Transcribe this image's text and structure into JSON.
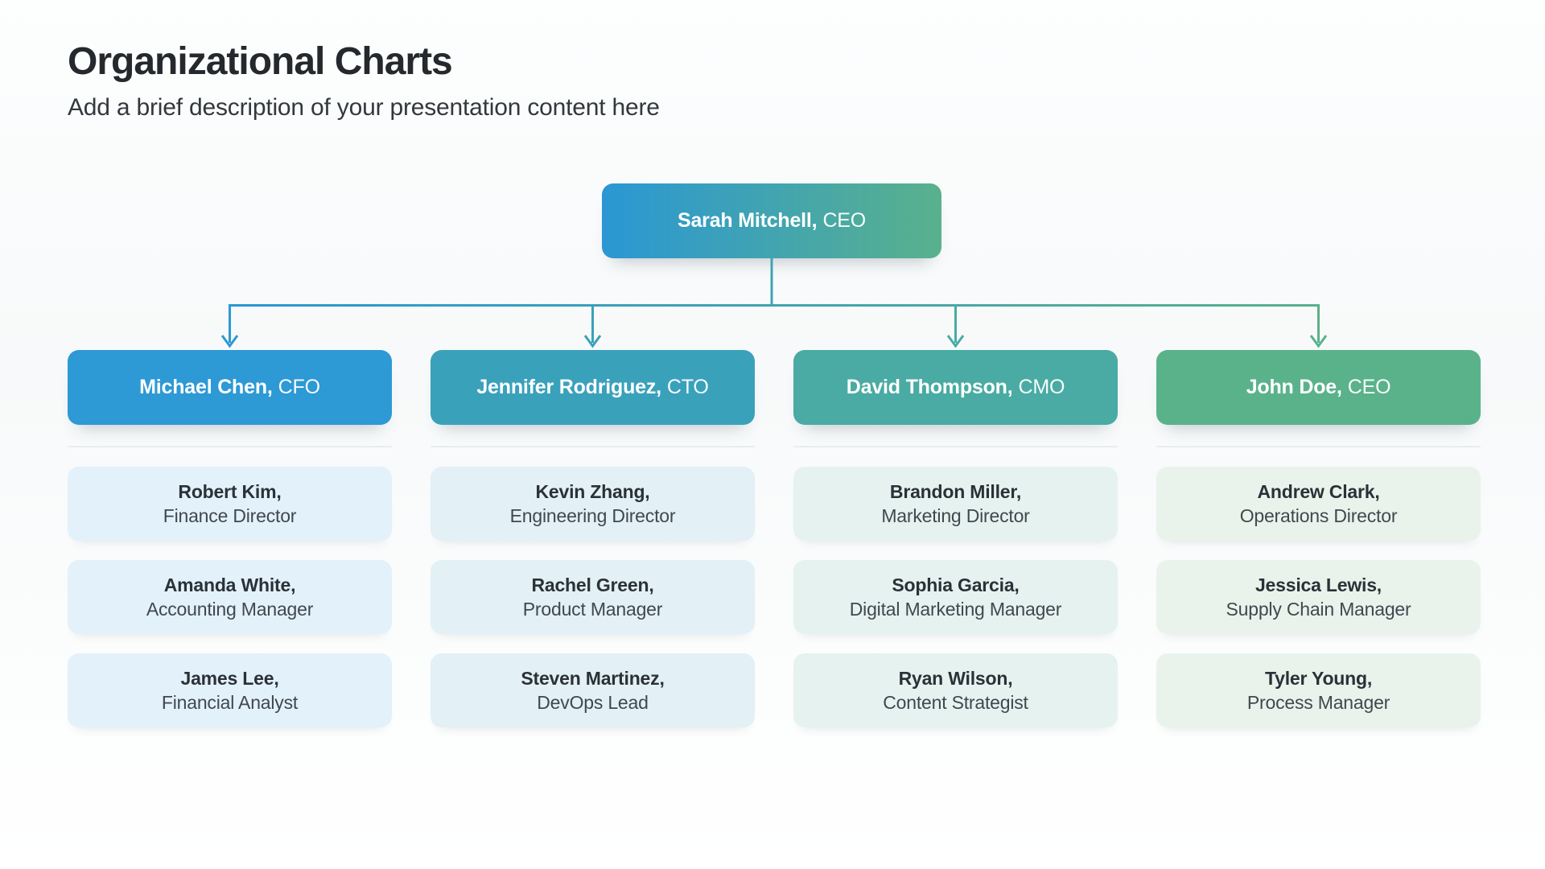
{
  "slide": {
    "title": "Organizational Charts",
    "subtitle": "Add a brief description of your presentation content here"
  },
  "org_chart": {
    "root": {
      "name": "Sarah Mitchell,",
      "role": "CEO",
      "gradient_start": "#2A97D4",
      "gradient_end": "#59B18C"
    },
    "connector_mid_color": "#41A4B0",
    "branches": [
      {
        "head": {
          "name": "Michael Chen,",
          "role": "CFO"
        },
        "head_color": "#2D99D5",
        "member_bg": "#E3F1FA",
        "members": [
          {
            "name": "Robert Kim,",
            "role": "Finance Director"
          },
          {
            "name": "Amanda White,",
            "role": "Accounting Manager"
          },
          {
            "name": "James Lee,",
            "role": "Financial Analyst"
          }
        ]
      },
      {
        "head": {
          "name": "Jennifer Rodriguez,",
          "role": "CTO"
        },
        "head_color": "#3AA1BB",
        "member_bg": "#E3F0F6",
        "members": [
          {
            "name": "Kevin Zhang,",
            "role": "Engineering Director"
          },
          {
            "name": "Rachel Green,",
            "role": "Product Manager"
          },
          {
            "name": "Steven Martinez,",
            "role": "DevOps Lead"
          }
        ]
      },
      {
        "head": {
          "name": "David Thompson,",
          "role": "CMO"
        },
        "head_color": "#49ABA3",
        "member_bg": "#E6F2F0",
        "members": [
          {
            "name": "Brandon Miller,",
            "role": "Marketing Director"
          },
          {
            "name": "Sophia Garcia,",
            "role": "Digital Marketing Manager"
          },
          {
            "name": "Ryan Wilson,",
            "role": "Content Strategist"
          }
        ]
      },
      {
        "head": {
          "name": "John Doe,",
          "role": "CEO"
        },
        "head_color": "#5AB28A",
        "member_bg": "#E9F3EC",
        "members": [
          {
            "name": "Andrew Clark,",
            "role": "Operations Director"
          },
          {
            "name": "Jessica Lewis,",
            "role": "Supply Chain Manager"
          },
          {
            "name": "Tyler Young,",
            "role": "Process Manager"
          }
        ]
      }
    ]
  }
}
